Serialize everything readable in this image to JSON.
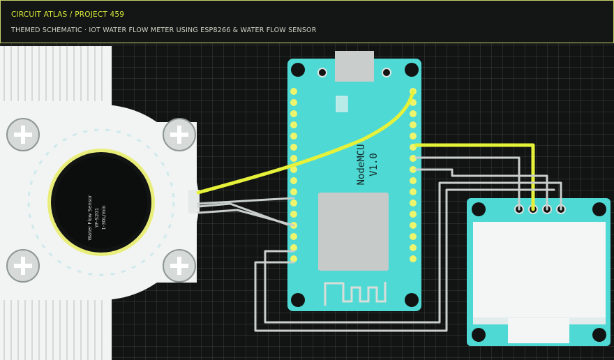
{
  "header": {
    "breadcrumb": "CIRCUIT ATLAS / PROJECT 459",
    "subtitle": "THEMED SCHEMATIC · IOT WATER FLOW METER USING ESP8266 & WATER FLOW SENSOR"
  },
  "board": {
    "label_line1": "NodeMCU",
    "label_line2": "V1.0"
  },
  "sensor": {
    "label_lines": [
      "Water Flow Sensor",
      "YF-S201",
      "1-30L/min"
    ]
  },
  "colors": {
    "background": "#121413",
    "accent": "#d9ec3a",
    "board": "#4fd9d4",
    "wire_yellow": "#e6f23a",
    "wire_gray": "#c9cfcc",
    "sensor_body": "#f2f4f3"
  }
}
